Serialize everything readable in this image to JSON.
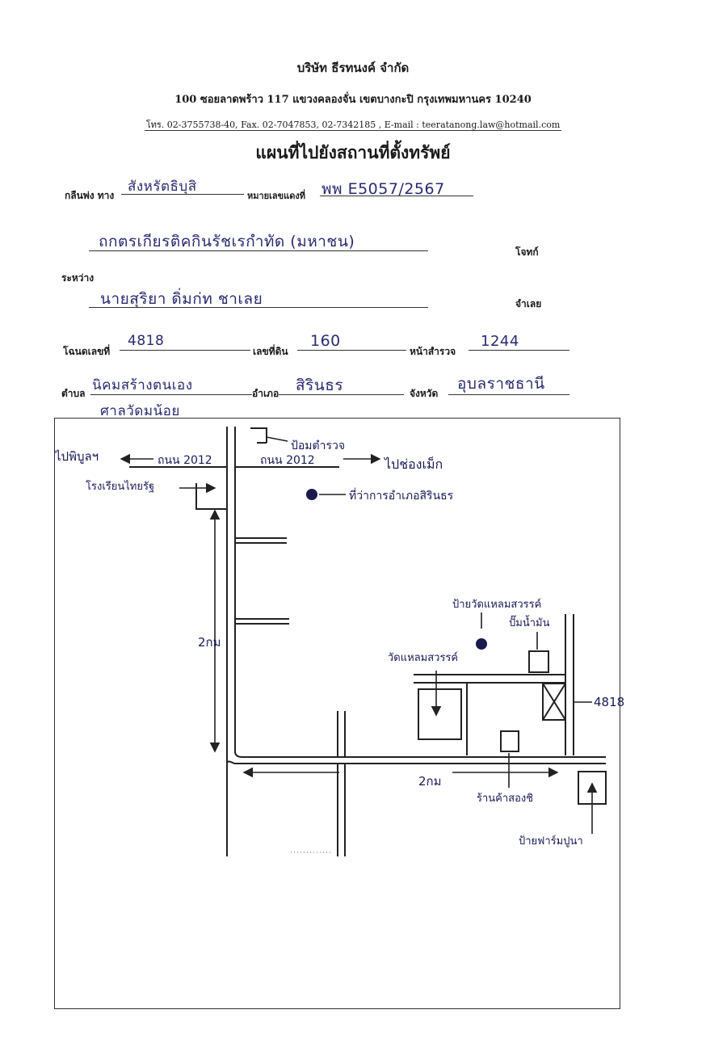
{
  "header": {
    "company": "บริษัท ธีรทนงค์ จำกัด",
    "address": "100 ซอยลาดพร้าว 117 แขวงคลองจั่น เขตบางกะปิ กรุงเทพมหานคร 10240",
    "contact": "โทร. 02-3755738-40, Fax. 02-7047853, 02-7342185 , E-mail : teeratanong.law@hotmail.com"
  },
  "title": "แผนที่ไปยังสถานที่ตั้งทรัพย์",
  "form": {
    "label_plaintiff": "กลืนพ่ง  ทาง",
    "plaintiff_value": "สังหรัตธิบุสิ",
    "label_case": "หมายเลขแดงที่",
    "case_value": "พพ E5057/2567",
    "party_line": "ถกตรเกียรติคกินรัชเรกำทัด (มหาชน)",
    "label_plaintiff_role": "โจทก์",
    "label_between": "ระหว่าง",
    "defendant_line": "นายสุริยา ดิ่มก่ท ชาเลย",
    "label_defendant_role": "จำเลย",
    "label_deed": "โฉนดเลขที่",
    "deed_value": "4818",
    "label_land_no": "เลขที่ดิน",
    "land_no_value": "160",
    "label_survey": "หน้าสำรวจ",
    "survey_value": "1244",
    "label_subdistrict": "ตำบล",
    "subdistrict_value": "นิคมสร้างตนเอง",
    "subdistrict_value2": "ศาลวัดมน้อย",
    "label_district": "อำเภอ",
    "district_value": "สิรินธร",
    "label_province": "จังหวัด",
    "province_value": "อุบลราชธานี"
  },
  "map": {
    "label_to_west": "ไปพิบูลฯ",
    "label_road_left": "ถนน 2012",
    "label_road_right": "ถนน 2012",
    "label_to_east": "ไปช่องเม็ก",
    "label_traffic_light": "ป้อมตำรวจ",
    "label_school": "โรงเรียนไทยรัฐ",
    "label_district_office": "ที่ว่าการอำเภอสิรินธร",
    "label_temple_sign": "ป้ายวัดแหลมสวรรค์",
    "label_gas_station": "ปั๊มน้ำมัน",
    "label_temple": "วัดแหลมสวรรค์",
    "label_plot": "4818",
    "label_distance_v": "2กม",
    "label_distance_h": "2กม",
    "label_house": "ร้านค้าสองชิ",
    "label_sign_bottom": "ป้ายฟาร์มปูนา"
  }
}
